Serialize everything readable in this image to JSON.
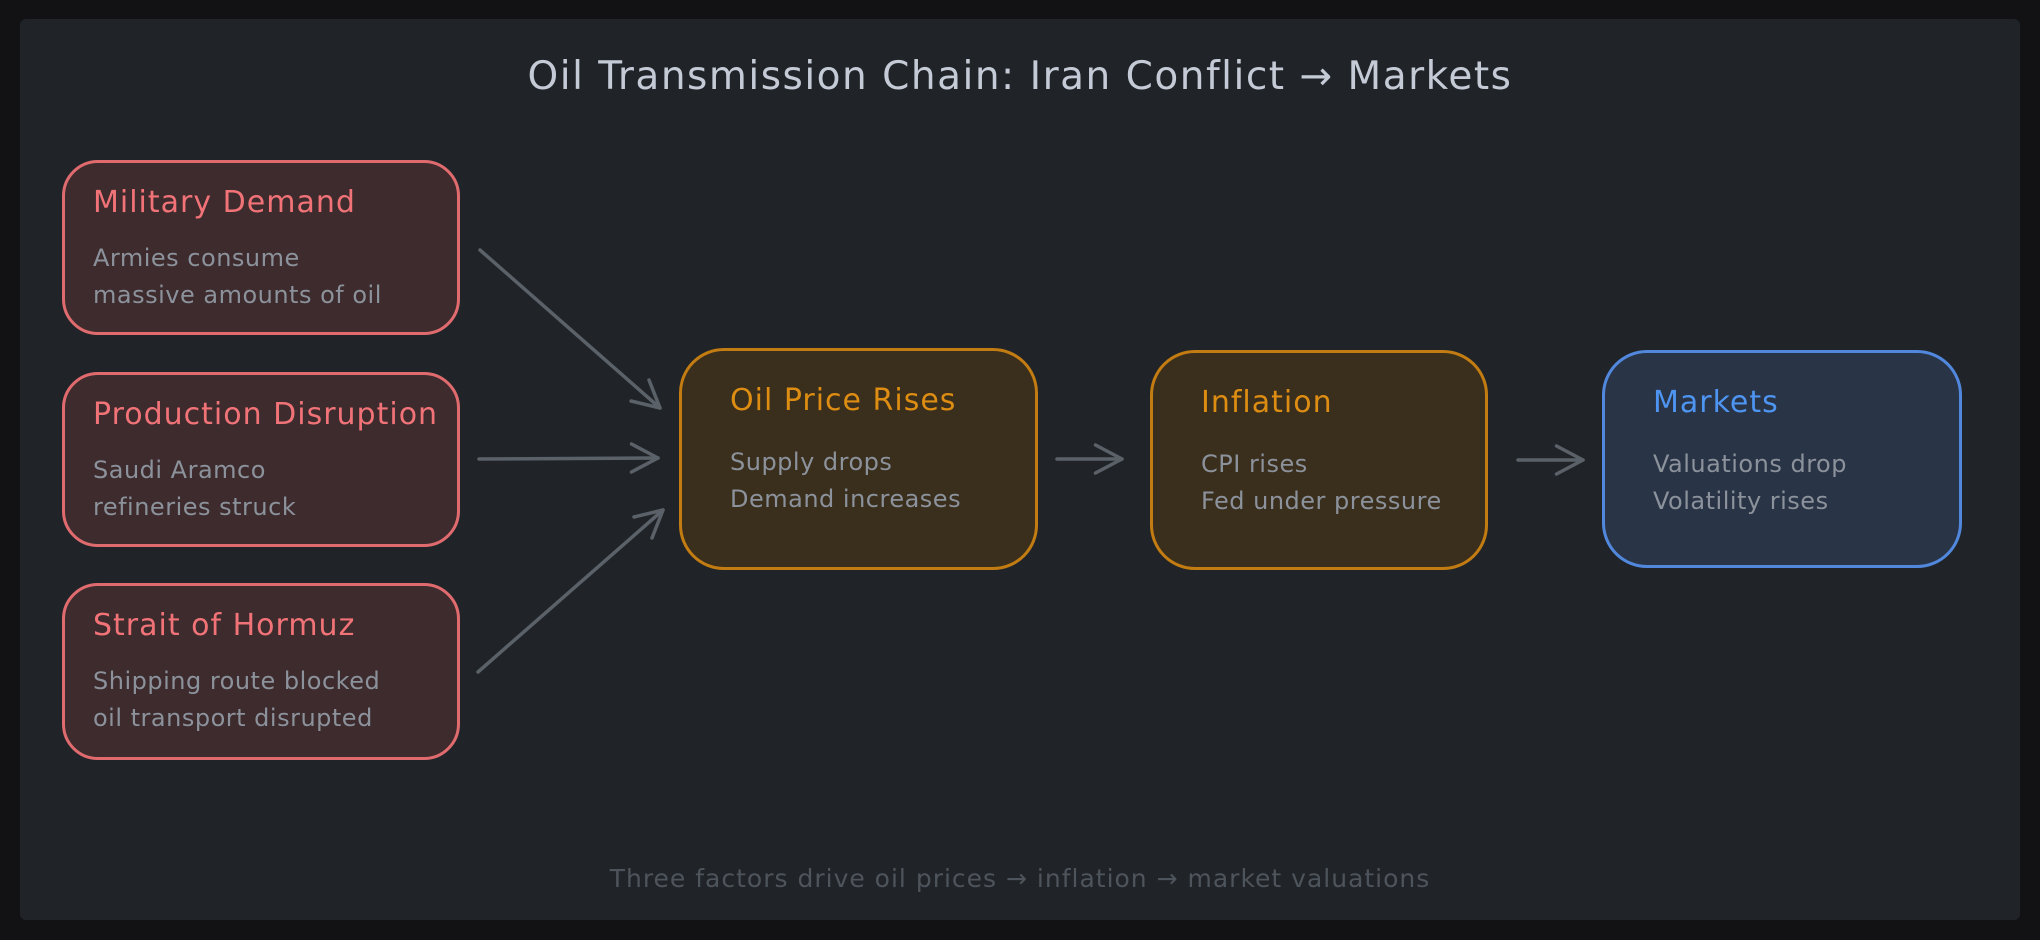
{
  "title": "Oil Transmission Chain: Iran Conflict → Markets",
  "caption": "Three factors drive oil prices → inflation → market valuations",
  "nodes": [
    {
      "id": "military-demand",
      "title": "Military Demand",
      "lines": [
        "Armies consume",
        "massive amounts of oil"
      ],
      "accent": "#f17378"
    },
    {
      "id": "production-disruption",
      "title": "Production Disruption",
      "lines": [
        "Saudi Aramco",
        "refineries struck"
      ],
      "accent": "#f17378"
    },
    {
      "id": "strait-of-hormuz",
      "title": "Strait of Hormuz",
      "lines": [
        "Shipping route blocked",
        "oil transport disrupted"
      ],
      "accent": "#f17378"
    },
    {
      "id": "oil-price-rises",
      "title": "Oil Price Rises",
      "lines": [
        "Supply drops",
        "Demand increases"
      ],
      "accent": "#dd8d12"
    },
    {
      "id": "inflation",
      "title": "Inflation",
      "lines": [
        "CPI rises",
        "Fed under pressure"
      ],
      "accent": "#dd8d12"
    },
    {
      "id": "markets",
      "title": "Markets",
      "lines": [
        "Valuations drop",
        "Volatility rises"
      ],
      "accent": "#4e94f1"
    }
  ],
  "edges": [
    {
      "from": "military-demand",
      "to": "oil-price-rises"
    },
    {
      "from": "production-disruption",
      "to": "oil-price-rises"
    },
    {
      "from": "strait-of-hormuz",
      "to": "oil-price-rises"
    },
    {
      "from": "oil-price-rises",
      "to": "inflation"
    },
    {
      "from": "inflation",
      "to": "markets"
    }
  ],
  "colors": {
    "outer_background": "#121214",
    "panel_background": "#202428",
    "title_text": "#c5cbd6",
    "caption_text": "#4e545c",
    "body_text": "#8c929b",
    "arrow": "#5b6168",
    "red_border": "#e06b6f",
    "red_fill": "#3d2b2d",
    "red_title": "#f17378",
    "orange_border": "#c27c12",
    "orange_fill": "#3a2e1d",
    "orange_title": "#dd8d12",
    "blue_border": "#5188dd",
    "blue_fill": "#293446",
    "blue_title": "#4e94f1"
  }
}
